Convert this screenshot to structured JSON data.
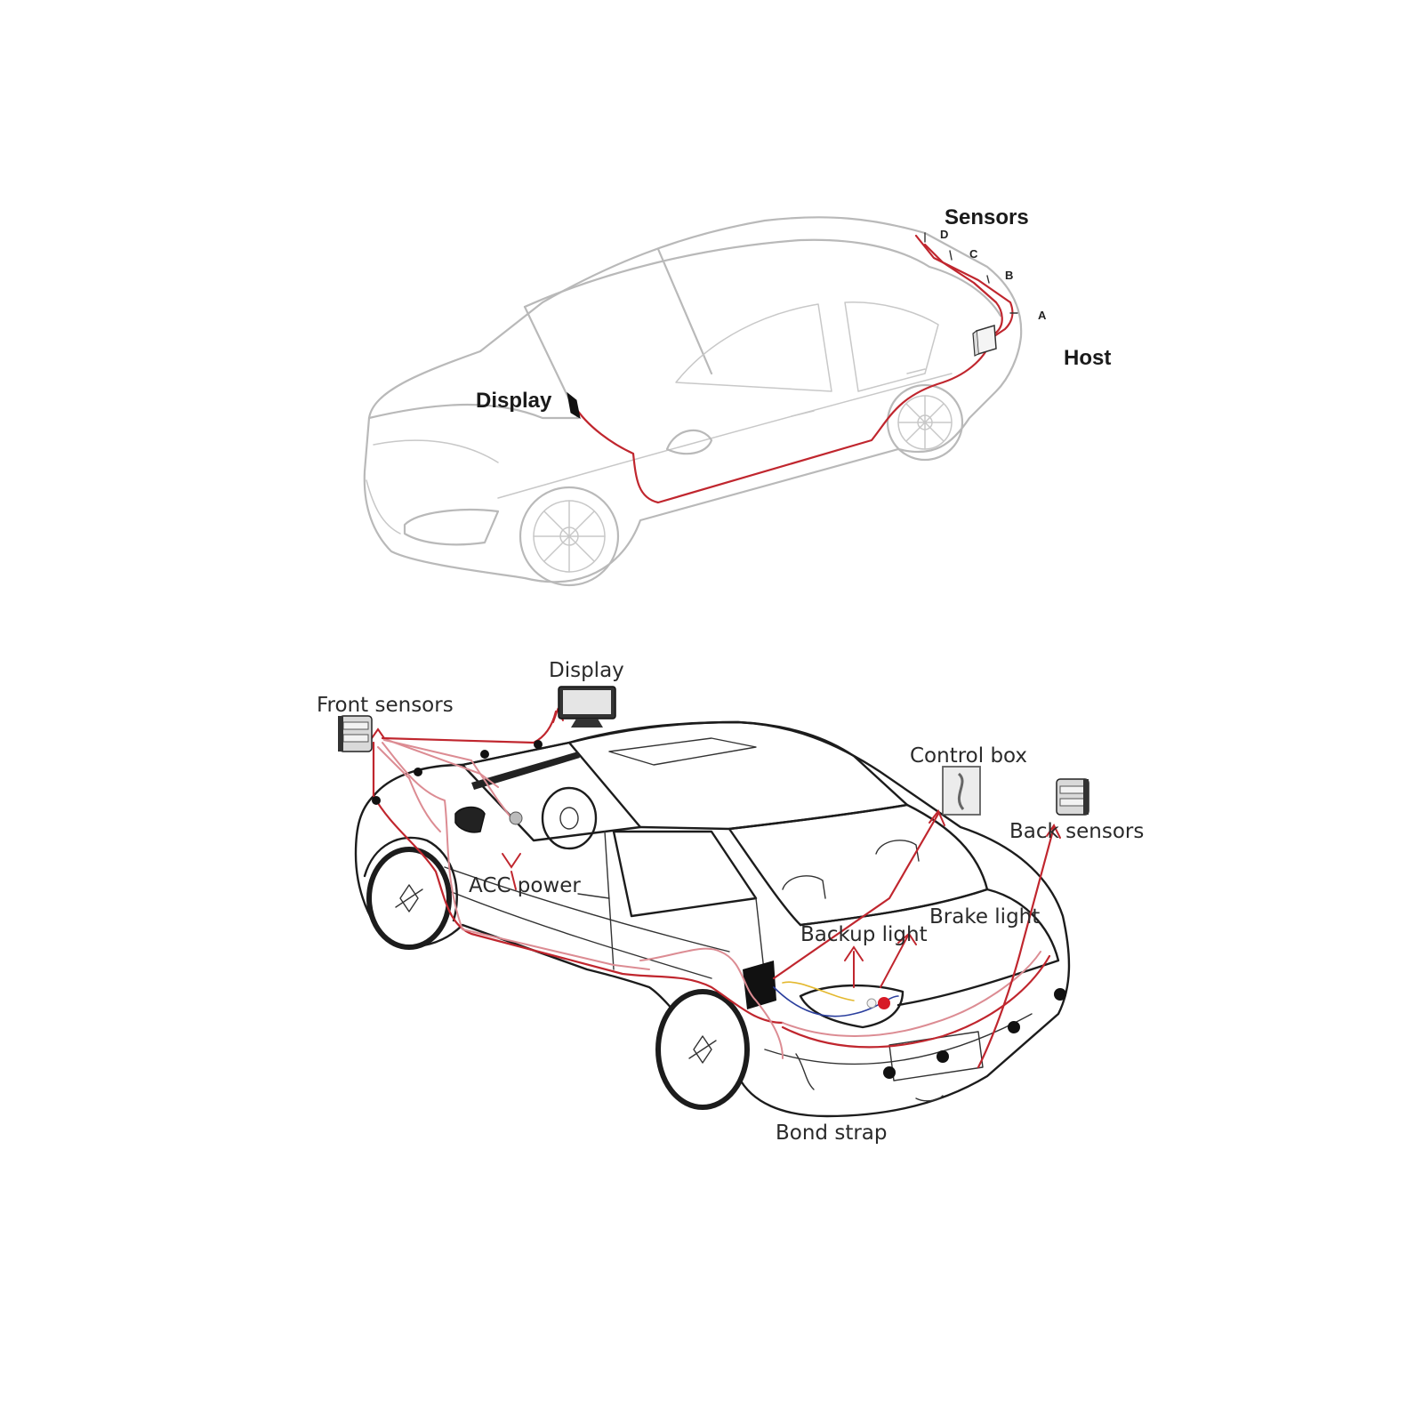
{
  "top_diagram": {
    "labels": {
      "sensors": "Sensors",
      "host": "Host",
      "display": "Display",
      "sensor_a": "A",
      "sensor_b": "B",
      "sensor_c": "C",
      "sensor_d": "D"
    }
  },
  "bottom_diagram": {
    "labels": {
      "front_sensors": "Front sensors",
      "display": "Display",
      "control_box": "Control box",
      "back_sensors": "Back sensors",
      "acc_power": "ACC power",
      "brake_light": "Brake light",
      "backup_light": "Backup light",
      "bond_strap": "Bond strap"
    }
  },
  "colors": {
    "wire": "#c0262e",
    "car_outline_top": "#b9b9b9",
    "car_outline_bottom": "#1c1c1c"
  }
}
